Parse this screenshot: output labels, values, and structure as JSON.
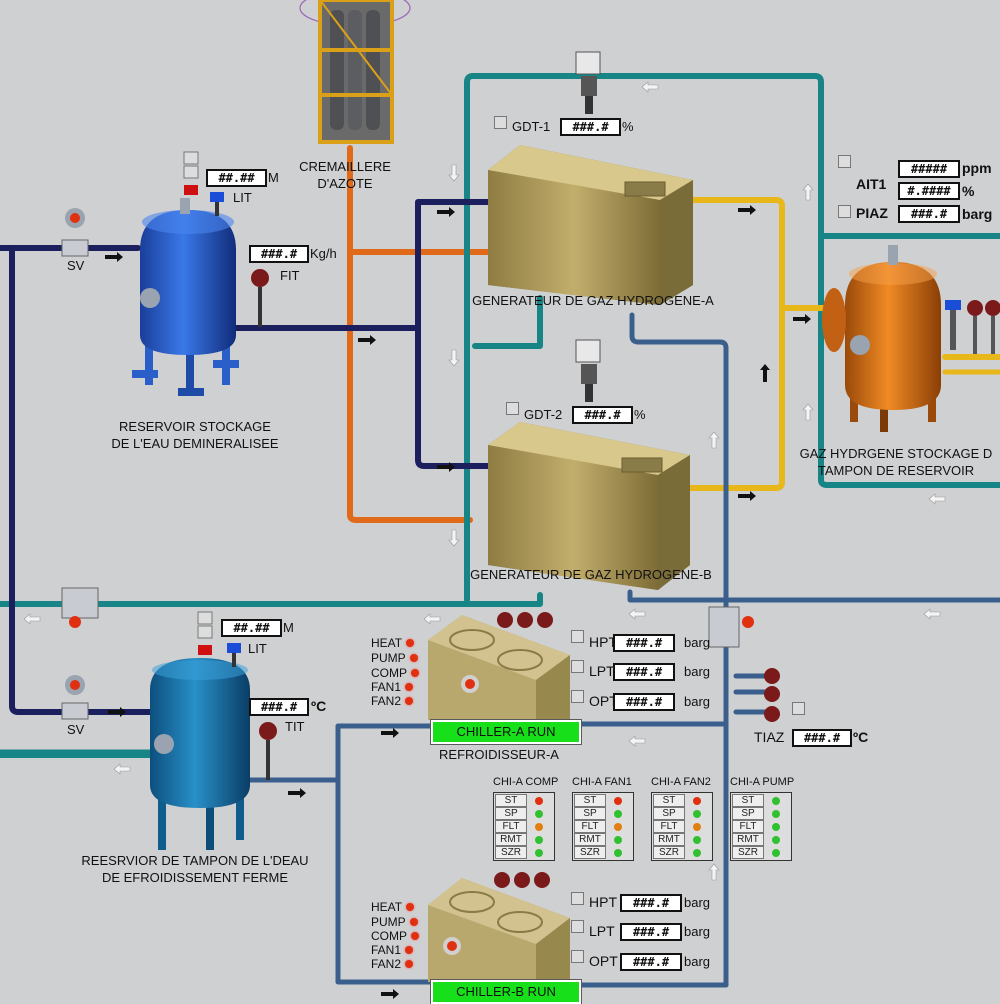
{
  "labels": {
    "cremaillere": "CREMAILLERE\nD'AZOTE",
    "reservoir_demin": "RESERVOIR STOCKAGE\nDE L'EAU DEMINERALISEE",
    "reservoir_tampon": "REESRVIOR DE TAMPON DE L'DEAU\nDE EFROIDISSEMENT FERME",
    "generateur_a": "GENERATEUR DE GAZ HYDROGENE-A",
    "generateur_b": "GENERATEUR DE GAZ HYDROGENE-B",
    "stockage_h2": "GAZ HYDRGENE STOCKAGE D\nTAMPON DE RESERVOIR",
    "refroidisseur_a": "REFROIDISSEUR-A",
    "sv1": "SV",
    "sv2": "SV",
    "lit1": "LIT",
    "lit2": "LIT",
    "fit": "FIT",
    "tit": "TIT",
    "gdt1": "GDT-1",
    "gdt2": "GDT-2",
    "ait1": "AIT1",
    "piaz": "PIAZ",
    "hpt_a": "HPT",
    "lpt_a": "LPT",
    "opt_a": "OPT",
    "hpt_b": "HPT",
    "lpt_b": "LPT",
    "opt_b": "OPT",
    "tiaz": "TIAZ"
  },
  "fields": {
    "level_demin": "##.##",
    "flow_fit": "###.#",
    "gdt1": "###.#",
    "gdt2": "###.#",
    "ait1_ppm": "#####",
    "ait1_pct": "#.####",
    "piaz": "###.#",
    "level_tampon": "##.##",
    "tit": "###.#",
    "hpt_a": "###.#",
    "lpt_a": "###.#",
    "opt_a": "###.#",
    "tiaz": "###.#",
    "hpt_b": "###.#",
    "lpt_b": "###.#",
    "opt_b": "###.#"
  },
  "units": {
    "level_demin": "M",
    "flow_fit": "Kg/h",
    "gdt1": "%",
    "gdt2": "%",
    "ait1_ppm": "ppm",
    "ait1_pct": "%",
    "piaz": "barg",
    "level_tampon": "M",
    "tit": "ºC",
    "hpt_a": "barg",
    "lpt_a": "barg",
    "opt_a": "barg",
    "tiaz": "ºC",
    "hpt_b": "barg",
    "lpt_b": "barg",
    "opt_b": "barg"
  },
  "chiller_a": {
    "run_label": "CHILLER-A RUN",
    "status": [
      "HEAT",
      "PUMP",
      "COMP",
      "FAN1",
      "FAN2"
    ]
  },
  "chiller_b": {
    "run_label": "CHILLER-B RUN",
    "status": [
      "HEAT",
      "PUMP",
      "COMP",
      "FAN1",
      "FAN2"
    ]
  },
  "control_panels": [
    {
      "header": "CHI-A COMP",
      "rows": [
        "ST",
        "SP",
        "FLT",
        "RMT",
        "SZR"
      ],
      "dots": [
        "#e03010",
        "#30c030",
        "#e08010",
        "#30c030",
        "#30c030"
      ]
    },
    {
      "header": "CHI-A FAN1",
      "rows": [
        "ST",
        "SP",
        "FLT",
        "RMT",
        "SZR"
      ],
      "dots": [
        "#e03010",
        "#30c030",
        "#e08010",
        "#30c030",
        "#30c030"
      ]
    },
    {
      "header": "CHI-A FAN2",
      "rows": [
        "ST",
        "SP",
        "FLT",
        "RMT",
        "SZR"
      ],
      "dots": [
        "#e03010",
        "#30c030",
        "#e08010",
        "#30c030",
        "#30c030"
      ]
    },
    {
      "header": "CHI-A PUMP",
      "rows": [
        "ST",
        "SP",
        "FLT",
        "RMT",
        "SZR"
      ],
      "dots": [
        "#30c030",
        "#30c030",
        "#30c030",
        "#30c030",
        "#30c030"
      ]
    }
  ],
  "colors": {
    "background": "#cfd0d2",
    "pipe_navy": "#1b1f5e",
    "pipe_teal": "#178585",
    "pipe_orange": "#e06a1a",
    "pipe_yellow": "#e8b81a",
    "pipe_steel": "#3a5f8c",
    "run_green": "#17e01b",
    "alarm_red": "#e03010"
  }
}
